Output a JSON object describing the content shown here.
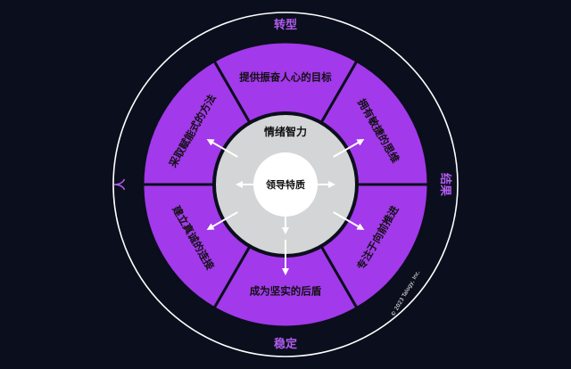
{
  "colors": {
    "background": "#0b0e1c",
    "ring_outline": "#ffffff",
    "segment_fill": "#a239ea",
    "segment_divider": "#0b0e1c",
    "inner_ring": "#d4d5d6",
    "center": "#ffffff",
    "outer_label": "#b05cf0",
    "arrow": "#ffffff"
  },
  "outer_labels": {
    "top": "转型",
    "right": "结果",
    "bottom": "稳定",
    "left": "人"
  },
  "segments": [
    {
      "id": "top",
      "label": "提供振奋人心的目标"
    },
    {
      "id": "top-right",
      "label": "拥有敏捷的思维"
    },
    {
      "id": "bottom-right",
      "label": "专注于向前推进"
    },
    {
      "id": "bottom",
      "label": "成为坚实的后盾"
    },
    {
      "id": "bottom-left",
      "label": "建立真诚的连接"
    },
    {
      "id": "top-left",
      "label": "采取赋能式的方法"
    }
  ],
  "inner_ring_label": "情绪智力",
  "center_label": "领导特质",
  "copyright": "© 2023 Talogy, Inc."
}
